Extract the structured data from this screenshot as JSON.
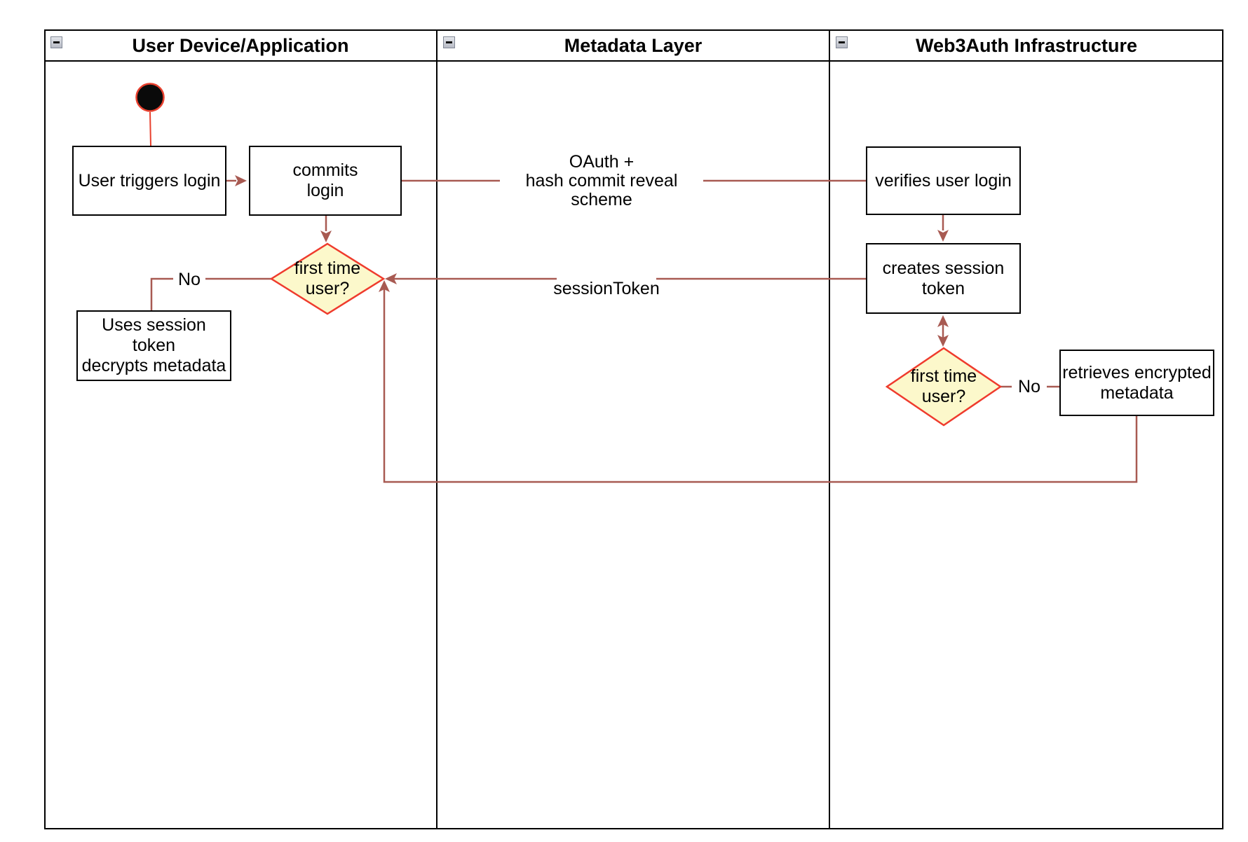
{
  "lanes": [
    {
      "title": "User Device/Application"
    },
    {
      "title": "Metadata Layer"
    },
    {
      "title": "Web3Auth Infrastructure"
    }
  ],
  "nodes": {
    "user_triggers_login": {
      "label": "User triggers login"
    },
    "commits_login": {
      "label": "commits\nlogin"
    },
    "first_time_user_1": {
      "label": "first time\nuser?"
    },
    "uses_session_token": {
      "label": "Uses session\ntoken\ndecrypts metadata"
    },
    "verifies_user_login": {
      "label": "verifies user login"
    },
    "creates_session_token": {
      "label": "creates session\ntoken"
    },
    "first_time_user_2": {
      "label": "first time\nuser?"
    },
    "retrieves_encrypted_metadata": {
      "label": "retrieves encrypted\nmetadata"
    }
  },
  "edge_labels": {
    "oauth": "OAuth +\nhash commit reveal scheme",
    "session_token": "sessionToken",
    "no_left": "No",
    "no_right": "No"
  },
  "colors": {
    "connector": "#a85a52",
    "start_node_border": "#e8402e",
    "start_node_fill": "#0a0a0a",
    "decision_border": "#ef3b2d",
    "decision_fill": "#fcf8cb",
    "node_border": "#000000",
    "lane_border": "#000000"
  }
}
